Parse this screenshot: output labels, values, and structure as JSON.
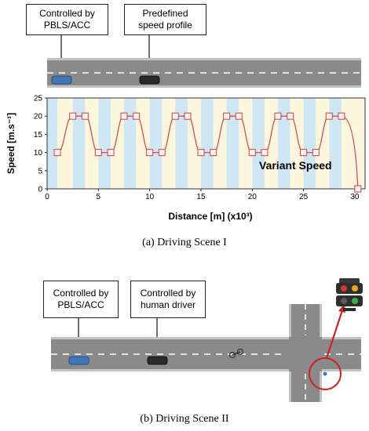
{
  "scene1": {
    "callout_left": {
      "line1": "Controlled by",
      "line2": "PBLS/ACC"
    },
    "callout_right": {
      "line1": "Predefined",
      "line2": "speed profile"
    },
    "caption": "(a) Driving Scene I"
  },
  "scene2": {
    "callout_left": {
      "line1": "Controlled by",
      "line2": "PBLS/ACC"
    },
    "callout_right": {
      "line1": "Controlled by",
      "line2": "human driver"
    },
    "caption": "(b) Driving Scene II"
  },
  "colors": {
    "road": "#8a8a8a",
    "road_edge": "#b8b8b8",
    "band_blue": "#cfe6f5",
    "band_yellow": "#fbf6dc",
    "profile_line": "#d05050",
    "ego_car": "#3f78b8",
    "lead_car": "#2a2a2a",
    "signal_ring": "#cc2222"
  },
  "chart_data": {
    "type": "line",
    "title": "",
    "annotation": "Variant Speed",
    "xlabel": "Distance [m] (x10³)",
    "ylabel": "Speed [m.s⁻¹]",
    "xlim": [
      0,
      31
    ],
    "ylim": [
      0,
      25
    ],
    "x_ticks": [
      0,
      5,
      10,
      15,
      20,
      25,
      30
    ],
    "y_ticks": [
      0,
      5,
      10,
      15,
      20,
      25
    ],
    "grid": false,
    "markers": [
      {
        "x": 1.0,
        "y": 10
      },
      {
        "x": 2.5,
        "y": 20
      },
      {
        "x": 3.7,
        "y": 20
      },
      {
        "x": 5.0,
        "y": 10
      },
      {
        "x": 6.2,
        "y": 10
      },
      {
        "x": 7.5,
        "y": 20
      },
      {
        "x": 8.7,
        "y": 20
      },
      {
        "x": 10.0,
        "y": 10
      },
      {
        "x": 11.2,
        "y": 10
      },
      {
        "x": 12.5,
        "y": 20
      },
      {
        "x": 13.7,
        "y": 20
      },
      {
        "x": 15.0,
        "y": 10
      },
      {
        "x": 16.2,
        "y": 10
      },
      {
        "x": 17.5,
        "y": 20
      },
      {
        "x": 18.7,
        "y": 20
      },
      {
        "x": 20.0,
        "y": 10
      },
      {
        "x": 21.2,
        "y": 10
      },
      {
        "x": 22.5,
        "y": 20
      },
      {
        "x": 23.7,
        "y": 20
      },
      {
        "x": 25.0,
        "y": 10
      },
      {
        "x": 26.2,
        "y": 10
      },
      {
        "x": 27.5,
        "y": 20
      },
      {
        "x": 28.7,
        "y": 20
      },
      {
        "x": 30.3,
        "y": 0
      }
    ],
    "bands": [
      {
        "from": 0.0,
        "to": 1.0,
        "color": "blue"
      },
      {
        "from": 1.0,
        "to": 2.5,
        "color": "yellow"
      },
      {
        "from": 2.5,
        "to": 3.7,
        "color": "blue"
      },
      {
        "from": 3.7,
        "to": 5.0,
        "color": "yellow"
      },
      {
        "from": 5.0,
        "to": 6.2,
        "color": "blue"
      },
      {
        "from": 6.2,
        "to": 7.5,
        "color": "yellow"
      },
      {
        "from": 7.5,
        "to": 8.7,
        "color": "blue"
      },
      {
        "from": 8.7,
        "to": 10.0,
        "color": "yellow"
      },
      {
        "from": 10.0,
        "to": 11.2,
        "color": "blue"
      },
      {
        "from": 11.2,
        "to": 12.5,
        "color": "yellow"
      },
      {
        "from": 12.5,
        "to": 13.7,
        "color": "blue"
      },
      {
        "from": 13.7,
        "to": 15.0,
        "color": "yellow"
      },
      {
        "from": 15.0,
        "to": 16.2,
        "color": "blue"
      },
      {
        "from": 16.2,
        "to": 17.5,
        "color": "yellow"
      },
      {
        "from": 17.5,
        "to": 18.7,
        "color": "blue"
      },
      {
        "from": 18.7,
        "to": 20.0,
        "color": "yellow"
      },
      {
        "from": 20.0,
        "to": 21.2,
        "color": "blue"
      },
      {
        "from": 21.2,
        "to": 22.5,
        "color": "yellow"
      },
      {
        "from": 22.5,
        "to": 23.7,
        "color": "blue"
      },
      {
        "from": 23.7,
        "to": 25.0,
        "color": "yellow"
      },
      {
        "from": 25.0,
        "to": 26.2,
        "color": "blue"
      },
      {
        "from": 26.2,
        "to": 27.5,
        "color": "yellow"
      },
      {
        "from": 27.5,
        "to": 28.7,
        "color": "blue"
      },
      {
        "from": 28.7,
        "to": 31.0,
        "color": "yellow"
      }
    ]
  }
}
